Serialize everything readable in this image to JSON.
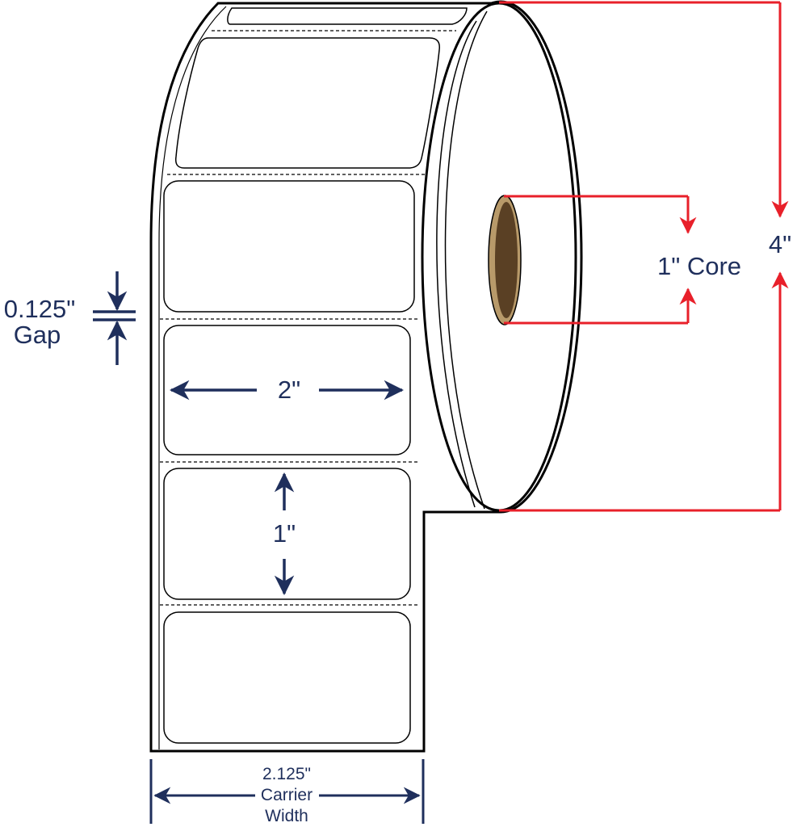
{
  "dimensions": {
    "gap": {
      "value": "0.125\"",
      "label": "Gap"
    },
    "label_width": {
      "value": "2\""
    },
    "label_height": {
      "value": "1\""
    },
    "core": {
      "label": "1\" Core"
    },
    "roll_diameter": {
      "value": "4\""
    },
    "carrier_width": {
      "value": "2.125\"",
      "label_line1": "Carrier",
      "label_line2": "Width"
    }
  },
  "colors": {
    "navy_dimension": "#1f2f5c",
    "red_dimension": "#e8202a",
    "outline": "#000000",
    "core_fill": "#5a4024",
    "core_ring": "#b89a6a"
  },
  "icons": [
    "arrow-left-icon",
    "arrow-right-icon",
    "arrow-up-icon",
    "arrow-down-icon"
  ]
}
